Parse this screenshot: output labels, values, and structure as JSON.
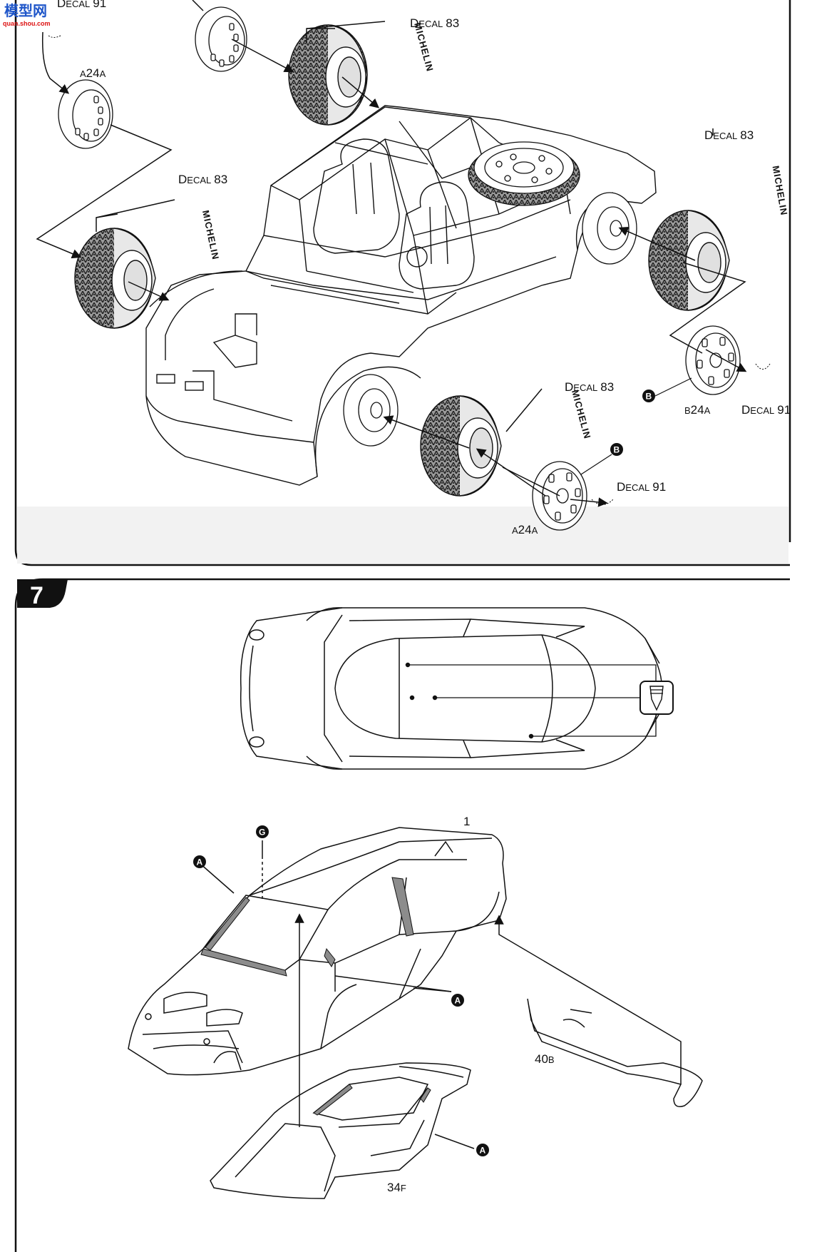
{
  "watermark": {
    "line1": "模型网",
    "line2": "quan.shou.com"
  },
  "step6": {
    "labels": {
      "decal_91_topleft": "91",
      "decal_83_top": "83",
      "decal_83_left": "83",
      "decal_83_right": "83",
      "decal_83_bottom": "83",
      "decal_91_right": "91",
      "decal_91_bottom": "91",
      "decal_prefix_d": "D",
      "decal_prefix_rest": "ECAL",
      "part_a24a_top": "24",
      "part_a24a_bottom": "24",
      "part_b24a": "24",
      "part_prefix_a": "A",
      "part_prefix_b": "B",
      "part_suffix_a": "A"
    },
    "brand": "MICHELIN",
    "badges": {
      "b1": "B",
      "b2": "B"
    }
  },
  "step7": {
    "number": "7",
    "part_1": "1",
    "part_40b": "40",
    "part_40b_suffix": "B",
    "part_34f": "34",
    "part_34f_suffix": "F",
    "badges": {
      "a1": "A",
      "a2": "A",
      "a3": "A",
      "g": "G"
    }
  },
  "colors": {
    "ink": "#111111",
    "tread": "#6e6e6e",
    "tint": "#8c8c8c",
    "panel_bg": "#f7f7f7"
  }
}
